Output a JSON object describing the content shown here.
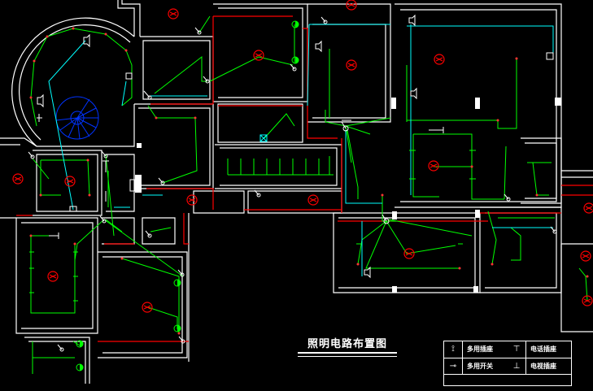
{
  "drawing": {
    "title": "照明电路布置图"
  },
  "legend": {
    "rows": [
      {
        "left_symbol": "socket-icon",
        "left_label": "多用插座",
        "right_symbol": "phone-socket-icon",
        "right_label": "电话插座"
      },
      {
        "left_symbol": "switch-icon",
        "left_label": "多用开关",
        "right_symbol": "tv-socket-icon",
        "right_label": "电视插座"
      }
    ]
  },
  "colors": {
    "background": "#000000",
    "walls": "#ffffff",
    "circuit_green": "#00ff00",
    "circuit_cyan": "#00ffff",
    "wiring_red": "#ff0000",
    "fixture_red": "#ff0000",
    "stair_blue": "#0033ff"
  }
}
